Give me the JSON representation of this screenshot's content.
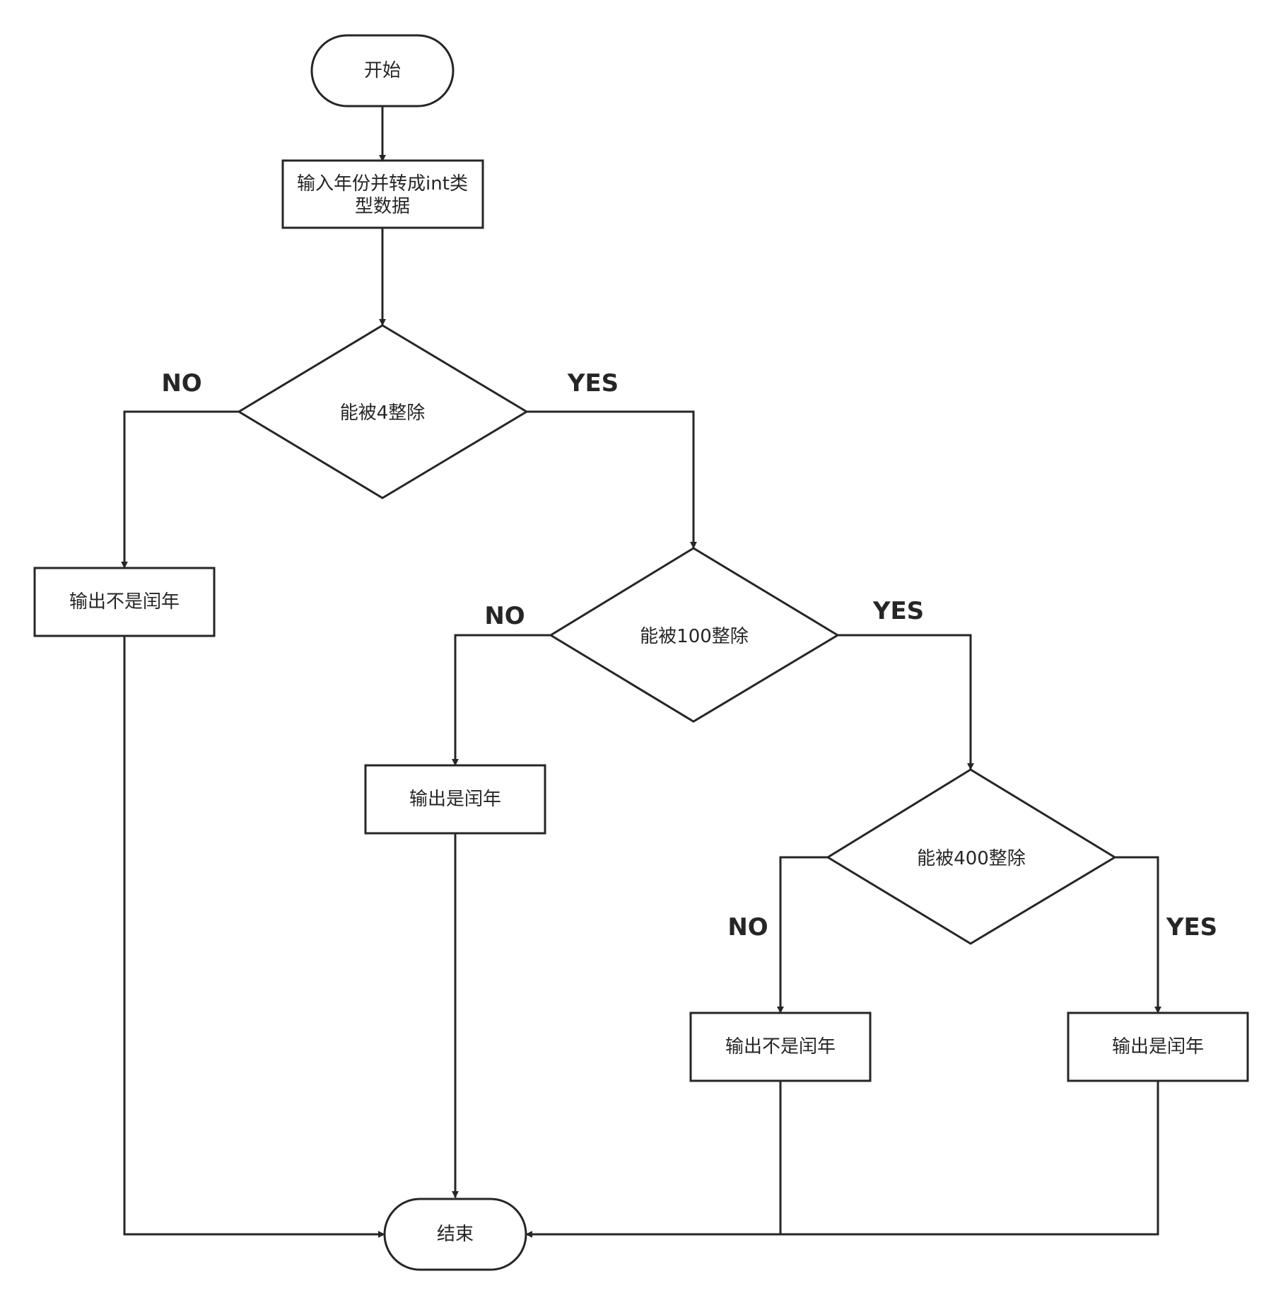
{
  "diagram": {
    "stroke_color": "#262626",
    "nodes": {
      "start": {
        "label": "开始"
      },
      "input": {
        "line1": "输入年份并转成int类",
        "line2": "型数据"
      },
      "div4": {
        "label": "能被4整除"
      },
      "out_not_leap_1": {
        "label": "输出不是闰年"
      },
      "div100": {
        "label": "能被100整除"
      },
      "out_leap_1": {
        "label": "输出是闰年"
      },
      "div400": {
        "label": "能被400整除"
      },
      "out_not_leap_2": {
        "label": "输出不是闰年"
      },
      "out_leap_2": {
        "label": "输出是闰年"
      },
      "end": {
        "label": "结束"
      }
    },
    "edge_labels": {
      "div4_no": "NO",
      "div4_yes": "YES",
      "div100_no": "NO",
      "div100_yes": "YES",
      "div400_no": "NO",
      "div400_yes": "YES"
    }
  }
}
